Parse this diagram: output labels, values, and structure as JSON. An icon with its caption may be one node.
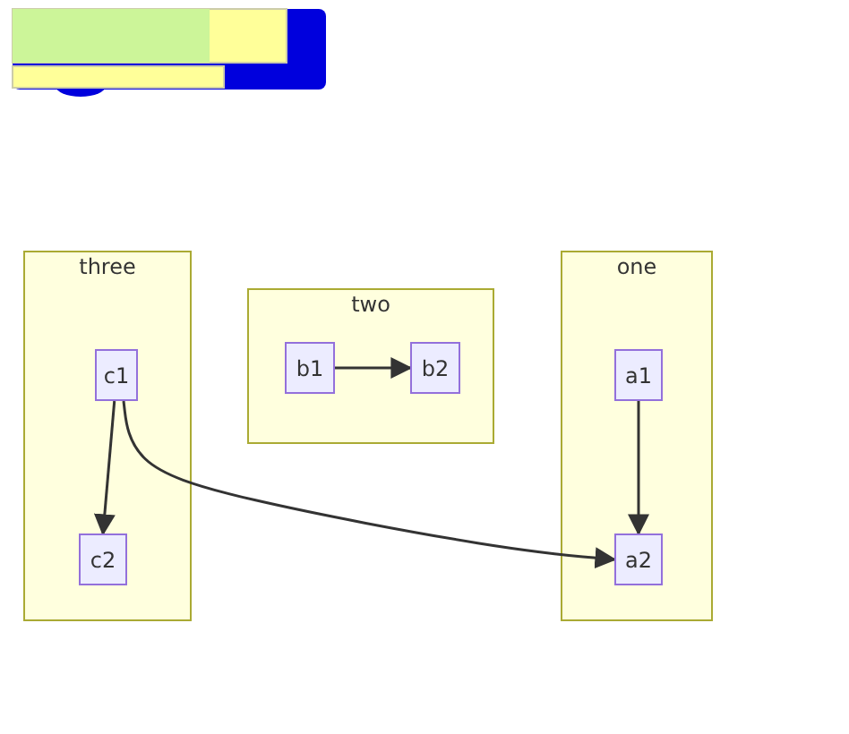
{
  "diagram": {
    "nodes": [
      {
        "text": [
          "three"
        ]
      },
      {
        "text": [
          "c1"
        ],
        "in": 0
      },
      {
        "text": [
          "c2"
        ],
        "in": 0
      },
      {
        "text": [
          "two"
        ]
      },
      {
        "text": [
          "b1"
        ],
        "in": 3
      },
      {
        "text": [
          "b2"
        ],
        "in": 3
      },
      {
        "text": [
          "one"
        ]
      },
      {
        "text": [
          "a1"
        ],
        "in": 6
      },
      {
        "text": [
          "a2"
        ],
        "in": 6
      }
    ],
    "edges": [
      {
        "from": 1,
        "to": 2,
        "arrow": "to"
      },
      {
        "from": 1,
        "to": 8,
        "arrow": "to"
      },
      {
        "from": 4,
        "to": 5,
        "arrow": "to"
      },
      {
        "from": 7,
        "to": 8,
        "arrow": "to"
      }
    ]
  }
}
